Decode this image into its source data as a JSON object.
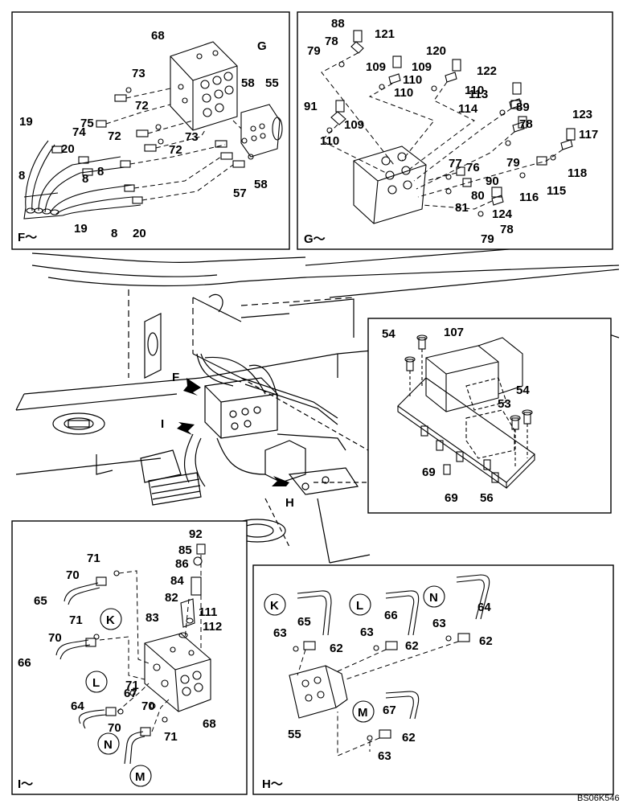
{
  "diagram": {
    "drawing_code": "BS06K546",
    "panels": [
      {
        "id": "F",
        "corner_label": "F～"
      },
      {
        "id": "G",
        "corner_label": "G～"
      },
      {
        "id": "I",
        "corner_label": "I～"
      },
      {
        "id": "H",
        "corner_label": "H～"
      }
    ],
    "view_arrows": [
      "F",
      "I",
      "H",
      "G"
    ],
    "circle_refs": [
      "K",
      "L",
      "N",
      "M"
    ],
    "part_numbers": {
      "F": [
        "68",
        "73",
        "72",
        "58",
        "55",
        "19",
        "75",
        "74",
        "72",
        "73",
        "20",
        "72",
        "8",
        "8",
        "8",
        "57",
        "58",
        "19",
        "8",
        "20"
      ],
      "G": [
        "88",
        "78",
        "121",
        "120",
        "79",
        "109",
        "109",
        "110",
        "122",
        "110",
        "110",
        "113",
        "91",
        "114",
        "89",
        "109",
        "123",
        "78",
        "117",
        "110",
        "79",
        "77",
        "76",
        "118",
        "115",
        "90",
        "80",
        "116",
        "81",
        "124",
        "79",
        "78"
      ],
      "main": [
        "54",
        "107",
        "54",
        "53",
        "69",
        "69",
        "56"
      ],
      "I": [
        "92",
        "85",
        "71",
        "86",
        "70",
        "84",
        "65",
        "82",
        "111",
        "71",
        "83",
        "112",
        "70",
        "66",
        "71",
        "67",
        "64",
        "70",
        "70",
        "71",
        "68"
      ],
      "H": [
        "65",
        "66",
        "64",
        "63",
        "62",
        "63",
        "62",
        "63",
        "62",
        "67",
        "55",
        "62",
        "63"
      ]
    }
  }
}
